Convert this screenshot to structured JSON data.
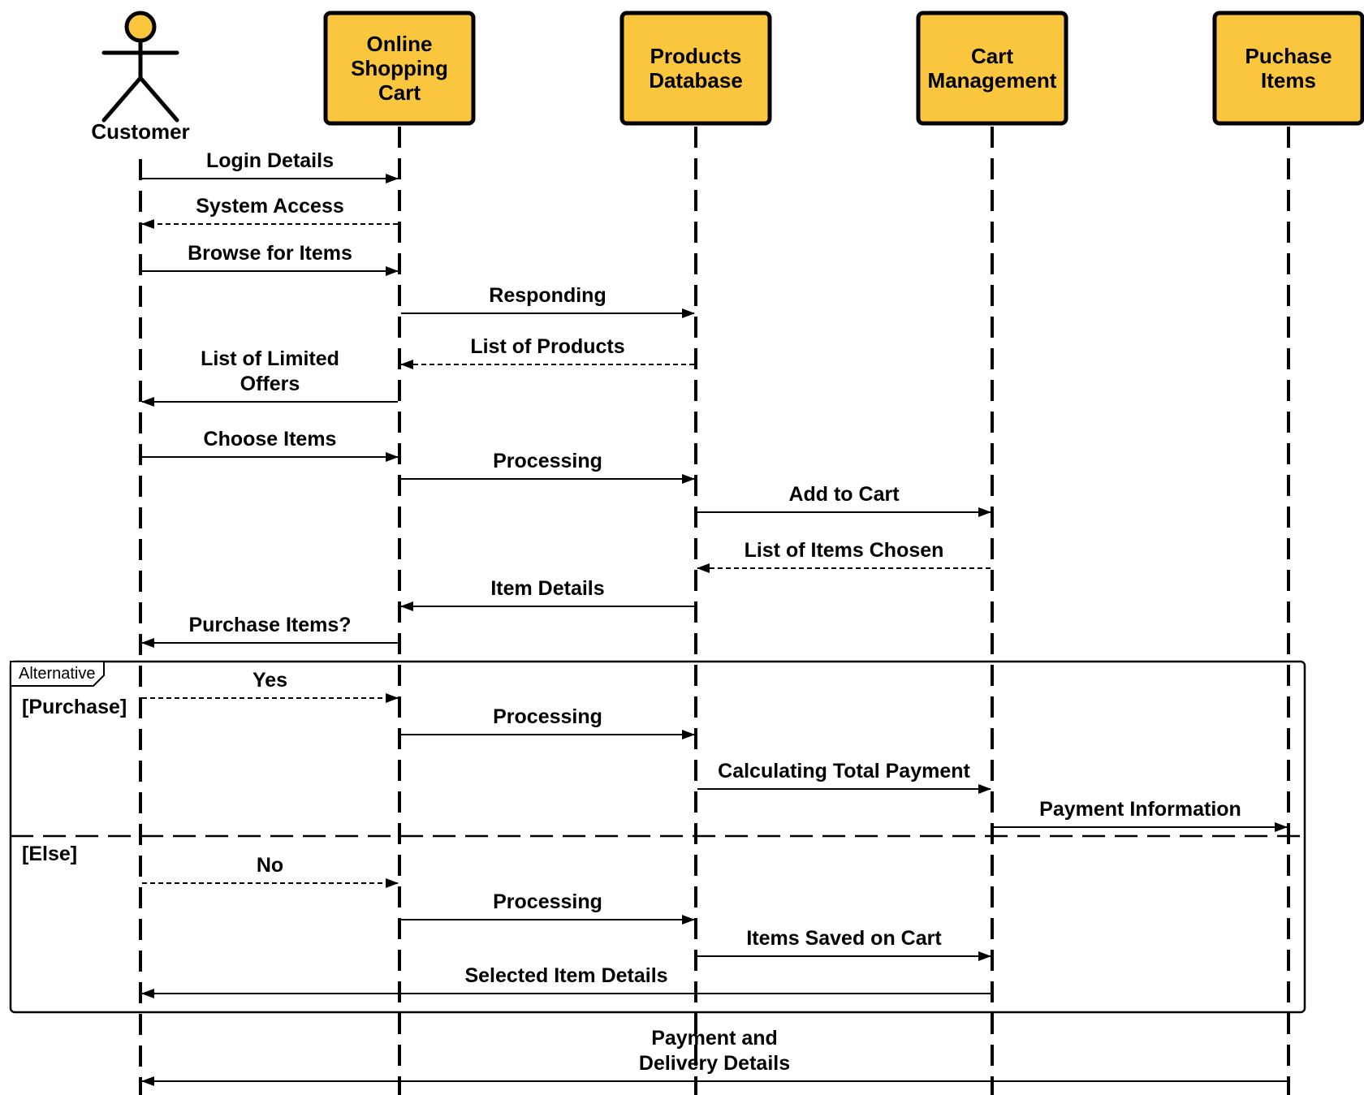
{
  "actor": {
    "label": "Customer",
    "head_color": "#FAC63E"
  },
  "participants": [
    {
      "id": "cart",
      "lines": [
        "Online",
        "Shopping",
        "Cart"
      ]
    },
    {
      "id": "products",
      "lines": [
        "Products",
        "Database"
      ]
    },
    {
      "id": "cartmgmt",
      "lines": [
        "Cart",
        "Management"
      ]
    },
    {
      "id": "purchase",
      "lines": [
        "Puchase",
        "Items"
      ]
    }
  ],
  "participant_color": "#FAC63E",
  "messages": [
    {
      "label": "Login Details",
      "from": "customer",
      "to": "cart",
      "style": "solid"
    },
    {
      "label": "System Access",
      "from": "cart",
      "to": "customer",
      "style": "dashed"
    },
    {
      "label": "Browse for Items",
      "from": "customer",
      "to": "cart",
      "style": "solid"
    },
    {
      "label": "Responding",
      "from": "cart",
      "to": "products",
      "style": "solid"
    },
    {
      "label": "List of Products",
      "from": "products",
      "to": "cart",
      "style": "dashed"
    },
    {
      "label": "List of Limited Offers",
      "lines": [
        "List of Limited",
        "Offers"
      ],
      "from": "cart",
      "to": "customer",
      "style": "solid"
    },
    {
      "label": "Choose Items",
      "from": "customer",
      "to": "cart",
      "style": "solid"
    },
    {
      "label": "Processing",
      "from": "cart",
      "to": "products",
      "style": "solid"
    },
    {
      "label": "Add to Cart",
      "from": "products",
      "to": "cartmgmt",
      "style": "solid"
    },
    {
      "label": "List of Items Chosen",
      "from": "cartmgmt",
      "to": "products",
      "style": "dashed"
    },
    {
      "label": "Item Details",
      "from": "products",
      "to": "cart",
      "style": "solid"
    },
    {
      "label": "Purchase Items?",
      "from": "cart",
      "to": "customer",
      "style": "solid"
    },
    {
      "label": "Yes",
      "from": "customer",
      "to": "cart",
      "style": "dashed"
    },
    {
      "label": "Processing",
      "from": "cart",
      "to": "products",
      "style": "solid"
    },
    {
      "label": "Calculating Total Payment",
      "from": "products",
      "to": "cartmgmt",
      "style": "solid"
    },
    {
      "label": "Payment Information",
      "from": "cartmgmt",
      "to": "purchase",
      "style": "solid"
    },
    {
      "label": "No",
      "from": "customer",
      "to": "cart",
      "style": "dashed"
    },
    {
      "label": "Processing",
      "from": "cart",
      "to": "products",
      "style": "solid"
    },
    {
      "label": "Items Saved on Cart",
      "from": "products",
      "to": "cartmgmt",
      "style": "solid"
    },
    {
      "label": "Selected Item Details",
      "from": "cartmgmt",
      "to": "customer",
      "style": "solid"
    },
    {
      "label": "Payment and Delivery Details",
      "lines": [
        "Payment and",
        "Delivery Details"
      ],
      "from": "purchase",
      "to": "customer",
      "style": "solid"
    }
  ],
  "fragment": {
    "operator": "Alternative",
    "guards": [
      "[Purchase]",
      "[Else]"
    ]
  }
}
